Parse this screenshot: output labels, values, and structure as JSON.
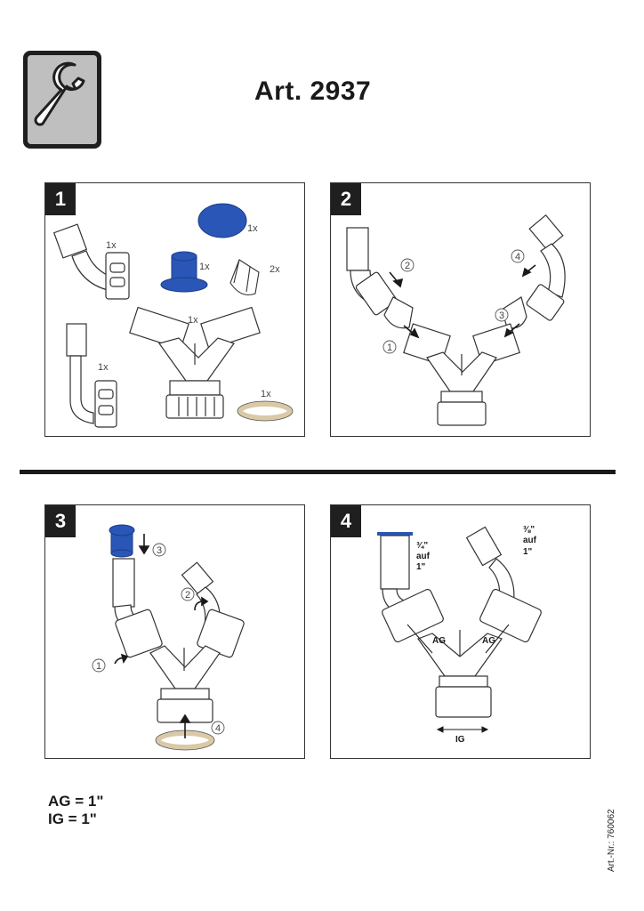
{
  "header": {
    "title": "Art. 2937"
  },
  "steps": [
    {
      "number": "1",
      "labels": {
        "qty_tail_nut": "1x",
        "qty_blue_disc": "1x",
        "qty_cap": "1x",
        "qty_valve": "2x",
        "qty_adapter": "1x",
        "qty_y_piece": "1x",
        "qty_washer": "1x"
      }
    },
    {
      "number": "2",
      "callouts": [
        "1",
        "2",
        "3",
        "4"
      ]
    },
    {
      "number": "3",
      "callouts": [
        "1",
        "2",
        "3",
        "4"
      ]
    },
    {
      "number": "4",
      "labels": {
        "left_size": "¾\"",
        "left_auf": "auf",
        "left_on": "1\"",
        "right_size": "⅜\"",
        "right_auf": "auf",
        "right_on": "1\"",
        "ag_left": "AG",
        "ag_right": "AG",
        "ig": "IG"
      }
    }
  ],
  "footer": {
    "line1": "AG = 1\"",
    "line2": "IG = 1\"",
    "article_number": "Art.-Nr.: 760062"
  },
  "colors": {
    "blue": "#2a56b8",
    "beige": "#d9c9a6",
    "dark": "#1f1f1f",
    "icon_bg": "#bfbfbf"
  },
  "icons": {
    "tool": "wrench-icon"
  }
}
